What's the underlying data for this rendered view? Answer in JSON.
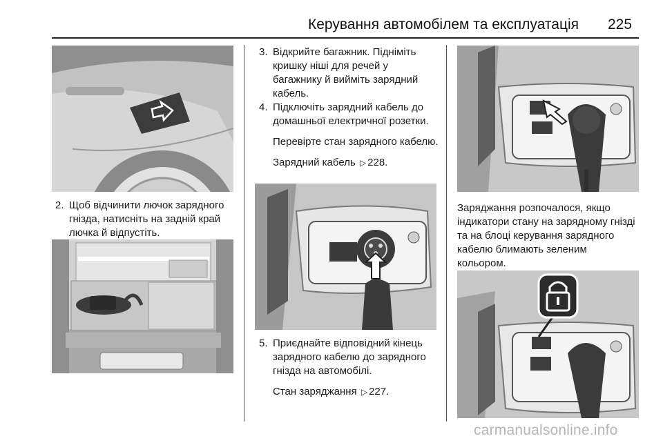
{
  "header": {
    "title": "Керування автомобілем та експлуатація",
    "page_number": "225"
  },
  "left_column": {
    "steps": [
      {
        "number": "2.",
        "text": "Щоб відчинити лючок зарядного гнізда, натисніть на задній край лючка й відпустіть."
      }
    ]
  },
  "middle_column": {
    "steps": [
      {
        "number": "3.",
        "text": "Відкрийте багажник. Підніміть кришку ніші для речей у багажнику й вийміть зарядний кабель."
      },
      {
        "number": "4.",
        "text": "Підключіть зарядний кабель до домашньої електричної розетки.",
        "notes": [
          "Перевірте стан зарядного кабелю."
        ],
        "reference": {
          "text": "Зарядний кабель",
          "icon": "triangle-right-icon",
          "page": "228."
        }
      },
      {
        "number": "5.",
        "text": "Приєднайте відповідний кінець зарядного кабелю до зарядного гнізда на автомобілі.",
        "reference": {
          "text": "Стан заряджання",
          "icon": "triangle-right-icon",
          "page": "227."
        }
      }
    ]
  },
  "right_column": {
    "paragraph": "Заряджання розпочалося, якщо індикатори стану на зарядному гнізді та на блоці керування зарядного кабелю блимають зеленим кольором."
  },
  "watermark": "carmanualsonline.info",
  "colors": {
    "figure_background": "#bfbfbf",
    "figure_dark": "#3c3c3c",
    "text": "#1c1c1c",
    "watermark": "#b5b5b5"
  }
}
